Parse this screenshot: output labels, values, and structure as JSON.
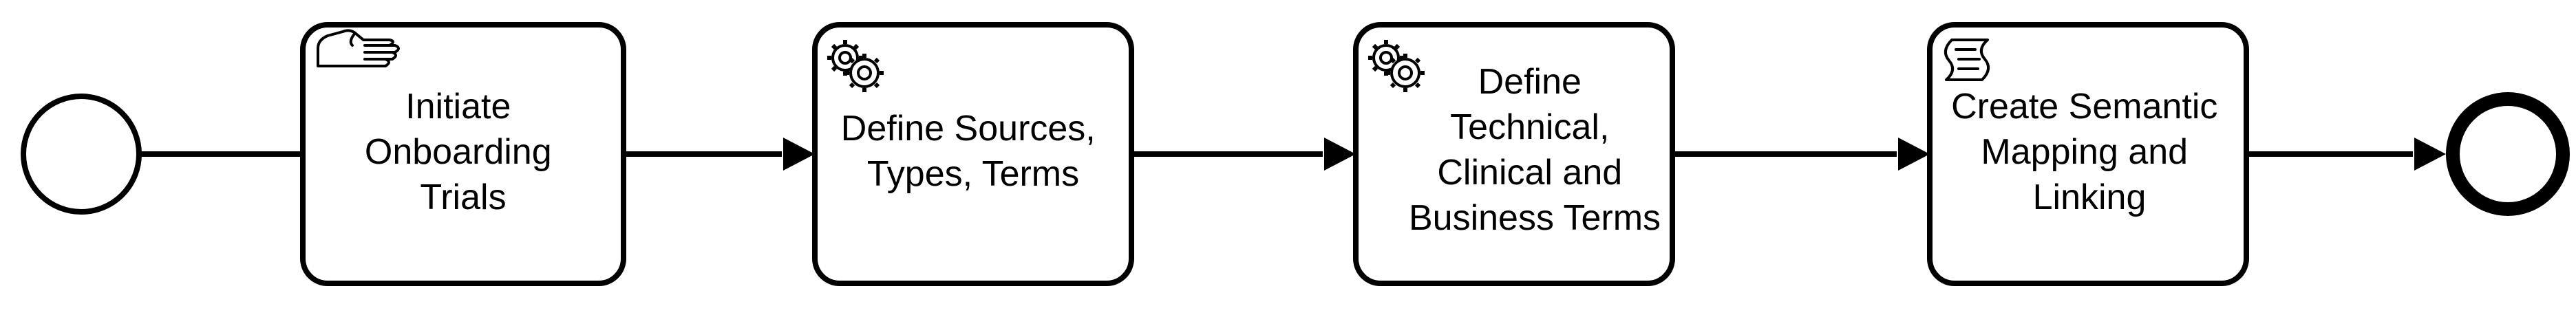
{
  "diagram": {
    "stroke_color": "#000000",
    "fill_color": "#ffffff",
    "start_event": {
      "type": "start-event"
    },
    "end_event": {
      "type": "end-event"
    },
    "tasks": [
      {
        "icon": "manual-task-hand-icon",
        "lines": [
          "Initiate",
          "Onboarding",
          "Trials"
        ]
      },
      {
        "icon": "service-task-gears-icon",
        "lines": [
          "Define Sources,",
          "Types, Terms"
        ]
      },
      {
        "icon": "service-task-gears-icon",
        "lines": [
          "Define",
          "Technical,",
          "Clinical and",
          "Business Terms"
        ]
      },
      {
        "icon": "script-task-scroll-icon",
        "lines": [
          "Create Semantic",
          "Mapping and",
          "Linking"
        ]
      }
    ]
  }
}
